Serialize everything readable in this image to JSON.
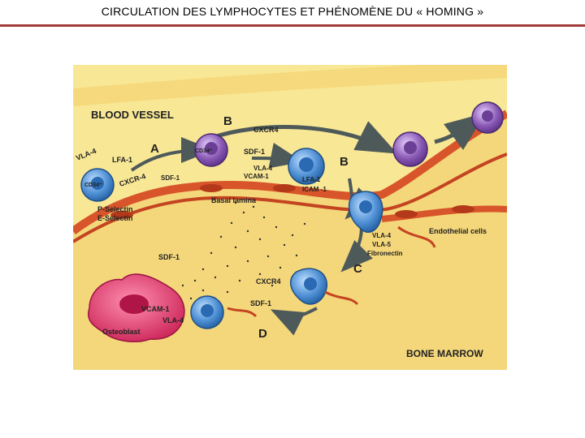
{
  "slide": {
    "title": "CIRCULATION DES LYMPHOCYTES ET PHÉNOMÈNE DU « HOMING »"
  },
  "diagram": {
    "region_labels": {
      "blood_vessel": "BLOOD VESSEL",
      "bone_marrow": "BONE MARROW",
      "basal_lamina": "Basal lamina",
      "endothelial_cells": "Endothelial cells",
      "osteoblast": "Osteoblast"
    },
    "step_labels": {
      "a": "A",
      "b1": "B",
      "b2": "B",
      "c": "C",
      "d": "D"
    },
    "cell_labels": {
      "cd34_a": "CD34⁺",
      "cd34_b": "CD34⁺"
    },
    "molecule_labels": {
      "vla4_top": "VLA-4",
      "lfa1_top": "LFA-1",
      "cxcr4_a": "CXCR-4",
      "sdf1_a": "SDF-1",
      "p_selectin": "P-Selectin",
      "e_selectin": "E-Selectin",
      "cxcr4_b": "CXCR4",
      "sdf1_b": "SDF-1",
      "vla4_b": "VLA-4",
      "vcam1_b": "VCAM-1",
      "lfa1_b": "LFA-1",
      "icam1_b": "ICAM -1",
      "vla4_c": "VLA-4",
      "vla5_c": "VLA-5",
      "fibronectin": "Fibronectin",
      "sdf1_marrow": "SDF-1",
      "cxcr4_d": "CXCR4",
      "sdf1_d": "SDF-1",
      "vcam1_d": "VCAM-1",
      "vla4_d": "VLA-4"
    },
    "colors": {
      "background": "#f6dc7e",
      "vessel": "#f8e694",
      "endothelium": "#d8542a",
      "stem_cell": "#4f8fd4",
      "mature_cell": "#8a5ab5",
      "osteoblast": "#e0396a"
    }
  }
}
